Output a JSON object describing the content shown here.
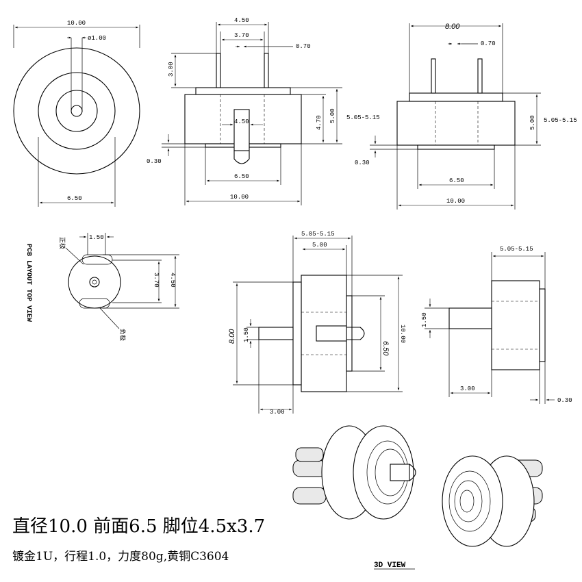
{
  "top_view_round": {
    "diameter": "10.00",
    "pin_diameter": "ø1.00",
    "face": "6.50"
  },
  "front_view": {
    "pin_spacing_outer": "4.50",
    "pin_spacing_inner": "3.70",
    "pin_width": "0.70",
    "pin_height": "3.00",
    "body_height": "4.70",
    "total_height": "5.00",
    "plunger_width": "4.50",
    "pcb_offset": "0.30",
    "face_width": "6.50",
    "body_width": "10.00",
    "range": "5.05-5.15"
  },
  "side_view": {
    "body_width": "8.00",
    "pin_width": "0.70",
    "total_height": "5.00",
    "range": "5.05-5.15",
    "pcb_offset": "0.30",
    "face_width": "6.50",
    "base_width": "10.00"
  },
  "pcb_layout": {
    "title": "PCB LAYOUT TOP VIEW",
    "positive": "正极",
    "negative": "负极",
    "offset": "1.50",
    "spacing_inner": "3.70",
    "spacing_outer": "4.50"
  },
  "horizontal_view": {
    "range": "5.05-5.15",
    "length": "5.00",
    "width": "8.00",
    "pin_offset": "1.50",
    "face": "6.50",
    "diameter": "10.00",
    "pin_length": "3.00"
  },
  "right_view": {
    "range": "5.05-5.15",
    "pin_offset": "1.50",
    "pin_length": "3.00",
    "pcb_offset": "0.30"
  },
  "view_3d": {
    "label": "3D VIEW"
  },
  "captions": {
    "line1": "直径10.0  前面6.5  脚位4.5x3.7",
    "line2": "镀金1U，行程1.0，力度80g,黄铜C3604"
  }
}
